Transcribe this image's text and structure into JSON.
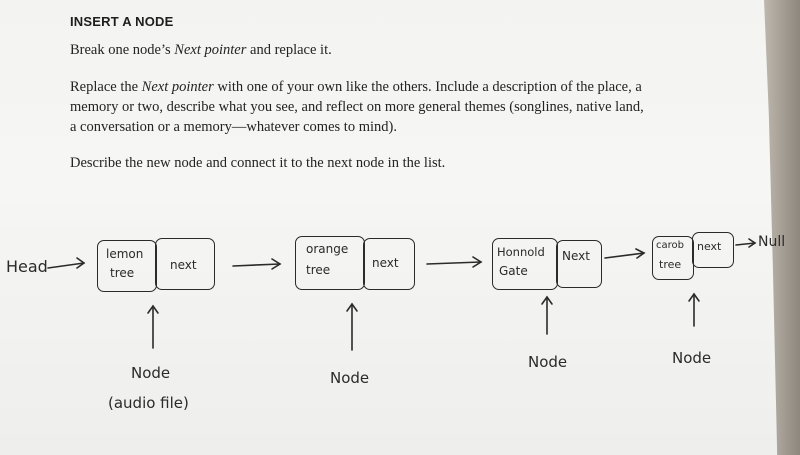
{
  "heading": "INSERT A NODE",
  "subtitle": {
    "before": "Break one node’s ",
    "italic": "Next pointer",
    "after": " and replace it."
  },
  "paragraph": {
    "line1_before": "Replace the ",
    "line1_italic": "Next pointer",
    "line1_after": " with one of your own like the others. Include a description of the place, a",
    "line2": "memory or two, describe what you see, and reflect on more general themes (songlines, native land,",
    "line3": "a conversation or a memory—whatever comes to mind)."
  },
  "instruction": "Describe the new node and connect it to the next node in the list.",
  "diagram": {
    "head_label": "Head",
    "null_label": "Null",
    "nodes": [
      {
        "data_line1": "lemon",
        "data_line2": "tree",
        "next": "next",
        "caption": "Node",
        "caption2": "(audio file)"
      },
      {
        "data_line1": "orange",
        "data_line2": "tree",
        "next": "next",
        "caption": "Node"
      },
      {
        "data_line1": "Honnold",
        "data_line2": "Gate",
        "next": "Next",
        "caption": "Node"
      },
      {
        "data_line1": "carob",
        "data_line2": "tree",
        "next": "next",
        "caption": "Node"
      }
    ]
  }
}
